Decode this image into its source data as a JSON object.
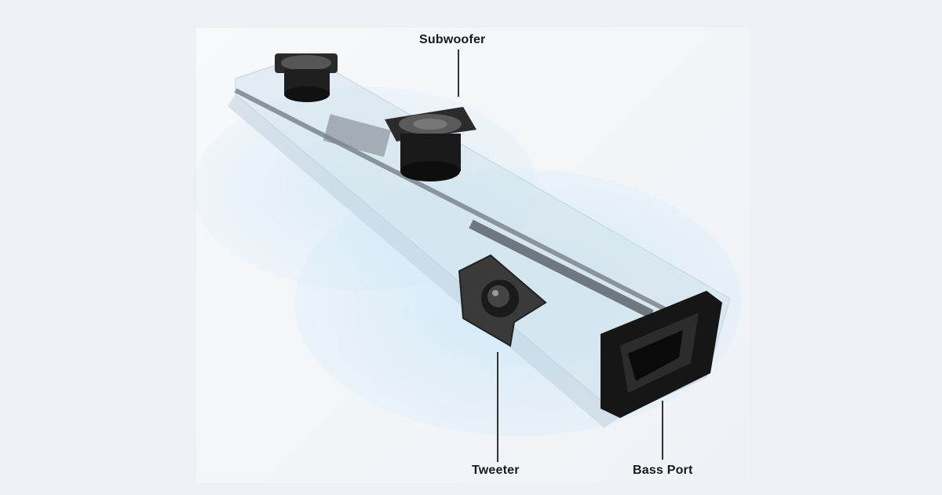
{
  "diagram": {
    "subject": "soundbar cutaway",
    "labels": [
      {
        "id": "subwoofer",
        "text": "Subwoofer"
      },
      {
        "id": "tweeter",
        "text": "Tweeter"
      },
      {
        "id": "bass_port",
        "text": "Bass Port"
      }
    ],
    "colors": {
      "background": "#edf1f5",
      "sound_wave": "#cfe7f7",
      "label_text": "#1a1a1a",
      "speaker_body": "#1c1c1c"
    }
  }
}
